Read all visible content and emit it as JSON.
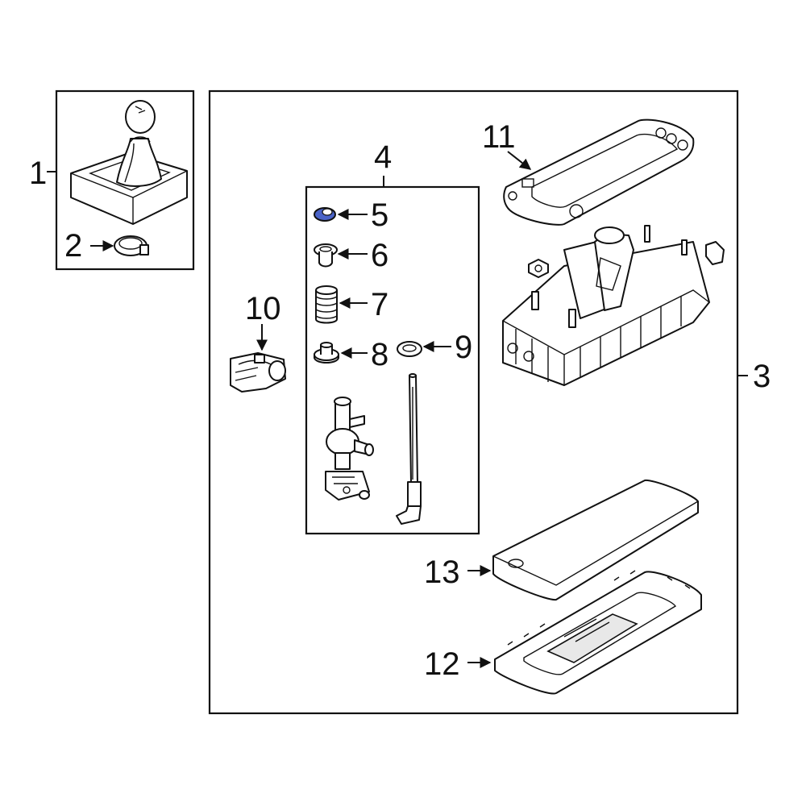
{
  "callouts": {
    "c1": "1",
    "c2": "2",
    "c3": "3",
    "c4": "4",
    "c5": "5",
    "c6": "6",
    "c7": "7",
    "c8": "8",
    "c9": "9",
    "c10": "10",
    "c11": "11",
    "c12": "12",
    "c13": "13"
  },
  "colors": {
    "line": "#111111",
    "background": "#ffffff",
    "highlight": "#4a63c8"
  }
}
